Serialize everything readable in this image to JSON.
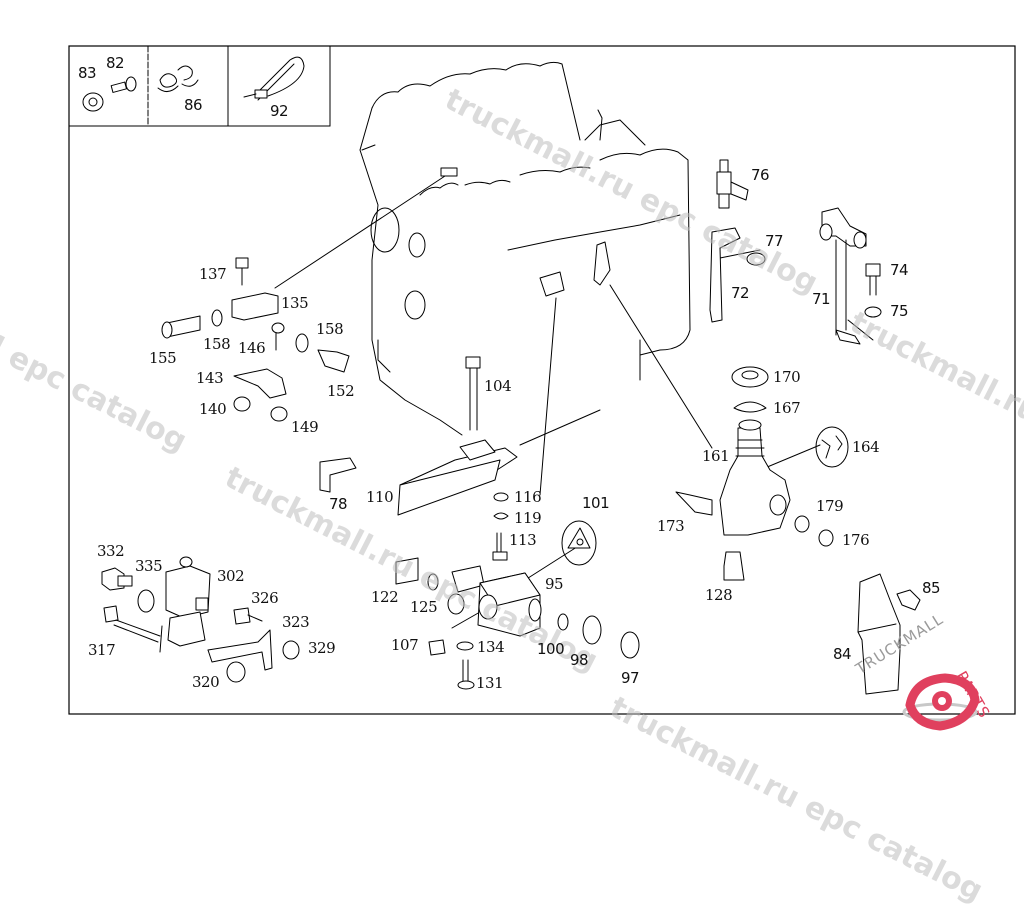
{
  "diagram": {
    "type": "exploded-parts-diagram",
    "inset_panel": {
      "cells": [
        {
          "labels": [
            "83",
            "82"
          ]
        },
        {
          "labels": [
            "86"
          ]
        },
        {
          "labels": [
            "92"
          ]
        }
      ]
    },
    "callouts": {
      "c83": "83",
      "c82": "82",
      "c86": "86",
      "c92": "92",
      "c137": "137",
      "c135": "135",
      "c155": "155",
      "c158a": "158",
      "c146": "146",
      "c158b": "158",
      "c152": "152",
      "c143": "143",
      "c140": "140",
      "c149": "149",
      "c104": "104",
      "c78": "78",
      "c110": "110",
      "c116": "116",
      "c119": "119",
      "c113": "113",
      "c101": "101",
      "c95": "95",
      "c122": "122",
      "c125": "125",
      "c107": "107",
      "c134": "134",
      "c131": "131",
      "c100": "100",
      "c98": "98",
      "c97": "97",
      "c76": "76",
      "c77": "77",
      "c72": "72",
      "c71": "71",
      "c74": "74",
      "c75": "75",
      "c170": "170",
      "c167": "167",
      "c161": "161",
      "c164": "164",
      "c173": "173",
      "c179": "179",
      "c176": "176",
      "c128": "128",
      "c85": "85",
      "c84": "84",
      "c332": "332",
      "c335": "335",
      "c302": "302",
      "c326": "326",
      "c323": "323",
      "c329": "329",
      "c317": "317",
      "c320": "320"
    }
  },
  "watermarks": {
    "top": "truckmall.ru epc catalog",
    "left": "l epc catalog",
    "middle": "truckmall.ru epc catalog",
    "right": "truckmall.ru e",
    "bottom": "truckmall.ru epc catalog"
  },
  "logo": {
    "text_dark": "TRUCKMALL",
    "text_accent": "PARTS",
    "accent_color": "#e0405e",
    "dark_color": "#9a9a9a"
  }
}
